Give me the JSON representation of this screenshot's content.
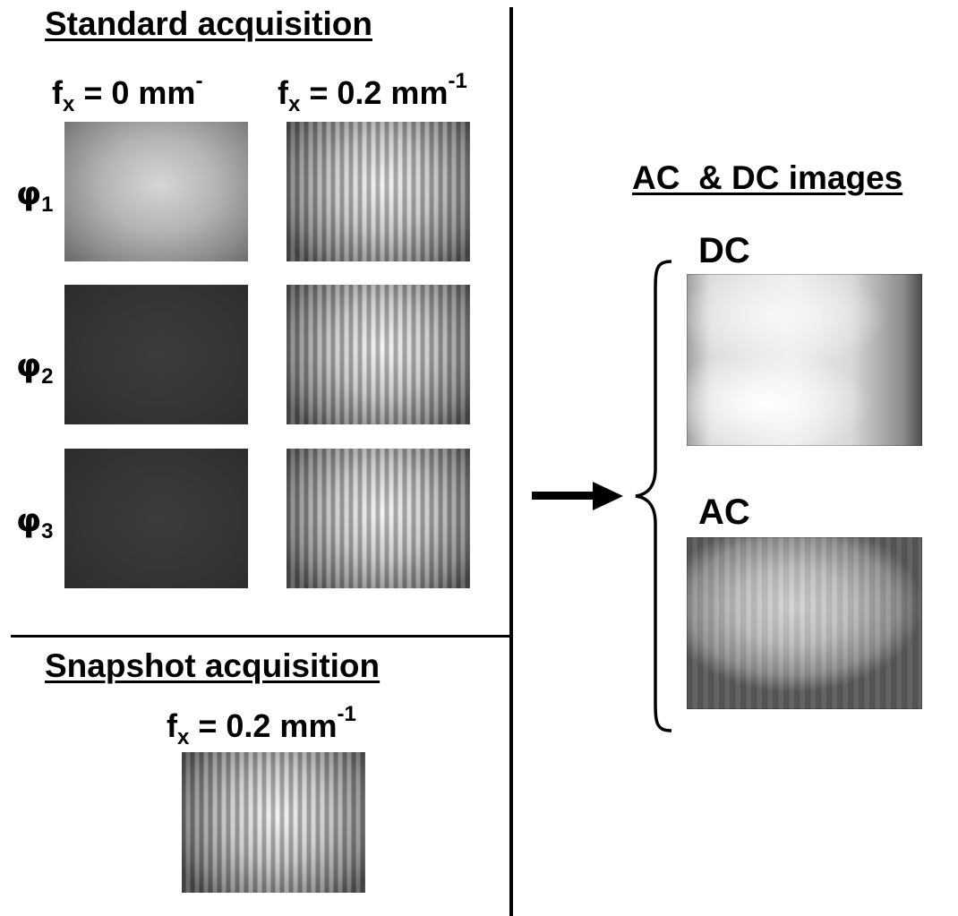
{
  "standard": {
    "title": "Standard acquisition",
    "col1_prefix": "f",
    "col1_sub": "x",
    "col1_text": " = 0 mm",
    "col1_sup": "-",
    "col2_prefix": "f",
    "col2_sub": "x",
    "col2_text": " = 0.2 mm",
    "col2_sup": "-1",
    "rows": [
      {
        "phi": "φ",
        "sub": "1"
      },
      {
        "phi": "φ",
        "sub": "2"
      },
      {
        "phi": "φ",
        "sub": "3"
      }
    ]
  },
  "snapshot": {
    "title": "Snapshot acquisition",
    "label_prefix": "f",
    "label_sub": "x",
    "label_text": " = 0.2 mm",
    "label_sup": "-1"
  },
  "output": {
    "title": "AC  & DC images",
    "dc_label": "DC",
    "ac_label": "AC"
  }
}
